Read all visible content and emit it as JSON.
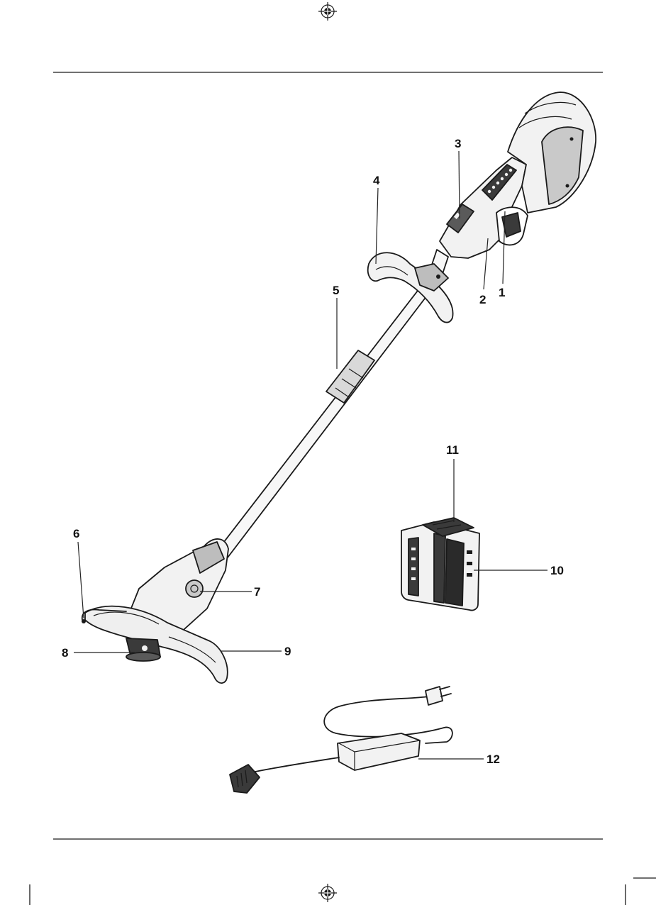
{
  "diagram": {
    "title": "",
    "callouts": [
      {
        "id": "1",
        "label": "1"
      },
      {
        "id": "2",
        "label": "2"
      },
      {
        "id": "3",
        "label": "3"
      },
      {
        "id": "4",
        "label": "4"
      },
      {
        "id": "5",
        "label": "5"
      },
      {
        "id": "6",
        "label": "6"
      },
      {
        "id": "7",
        "label": "7"
      },
      {
        "id": "8",
        "label": "8"
      },
      {
        "id": "9",
        "label": "9"
      },
      {
        "id": "10",
        "label": "10"
      },
      {
        "id": "11",
        "label": "11"
      },
      {
        "id": "12",
        "label": "12"
      }
    ]
  },
  "icons": {
    "top_mark": "registration-mark-icon",
    "bottom_mark": "registration-mark-icon"
  },
  "colors": {
    "ink": "#1a1a1a",
    "fill_light": "#f2f2f2",
    "fill_mid": "#c9c9c9",
    "fill_dark": "#3a3a3a"
  }
}
